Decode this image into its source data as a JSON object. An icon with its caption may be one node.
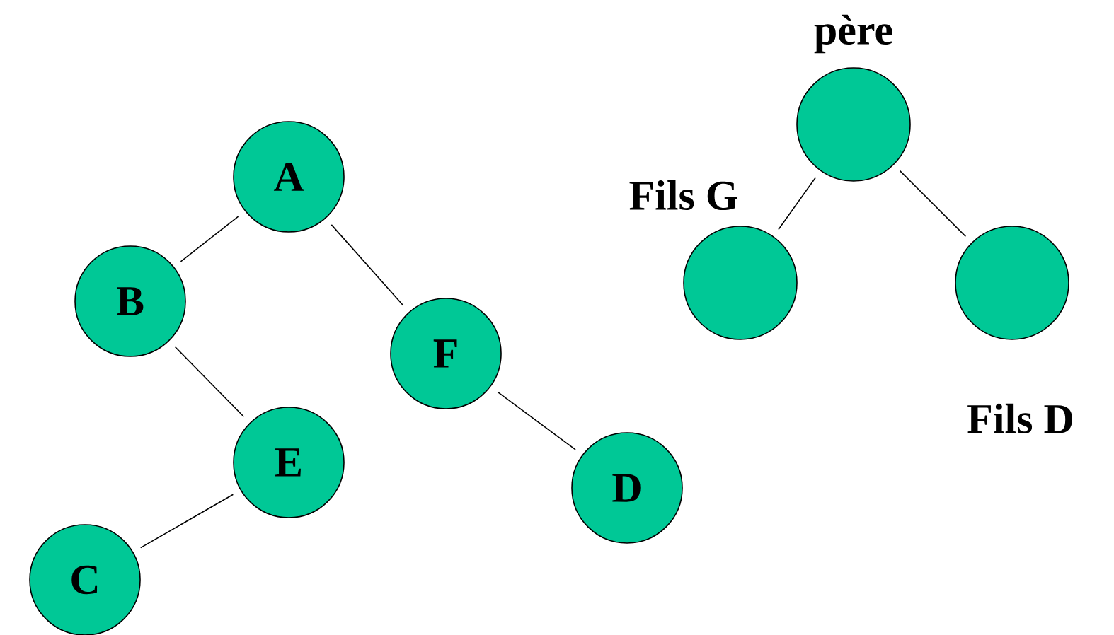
{
  "diagram": {
    "nodes": [
      {
        "text": [
          "A"
        ]
      },
      {
        "text": [
          "B"
        ]
      },
      {
        "text": [
          "F"
        ]
      },
      {
        "text": [
          "E"
        ]
      },
      {
        "text": [
          "D"
        ]
      },
      {
        "text": [
          "C"
        ]
      },
      {
        "text": [
          "père"
        ]
      },
      {
        "text": [
          "Fils G"
        ]
      },
      {
        "text": [
          "Fils D"
        ]
      }
    ],
    "edges": [
      {
        "from": 0,
        "to": 1,
        "arrow": "none"
      },
      {
        "from": 0,
        "to": 2,
        "arrow": "none"
      },
      {
        "from": 1,
        "to": 3,
        "arrow": "none"
      },
      {
        "from": 3,
        "to": 5,
        "arrow": "none"
      },
      {
        "from": 2,
        "to": 4,
        "arrow": "none"
      },
      {
        "from": 6,
        "to": 7,
        "arrow": "none"
      },
      {
        "from": 6,
        "to": 8,
        "arrow": "none"
      }
    ]
  }
}
